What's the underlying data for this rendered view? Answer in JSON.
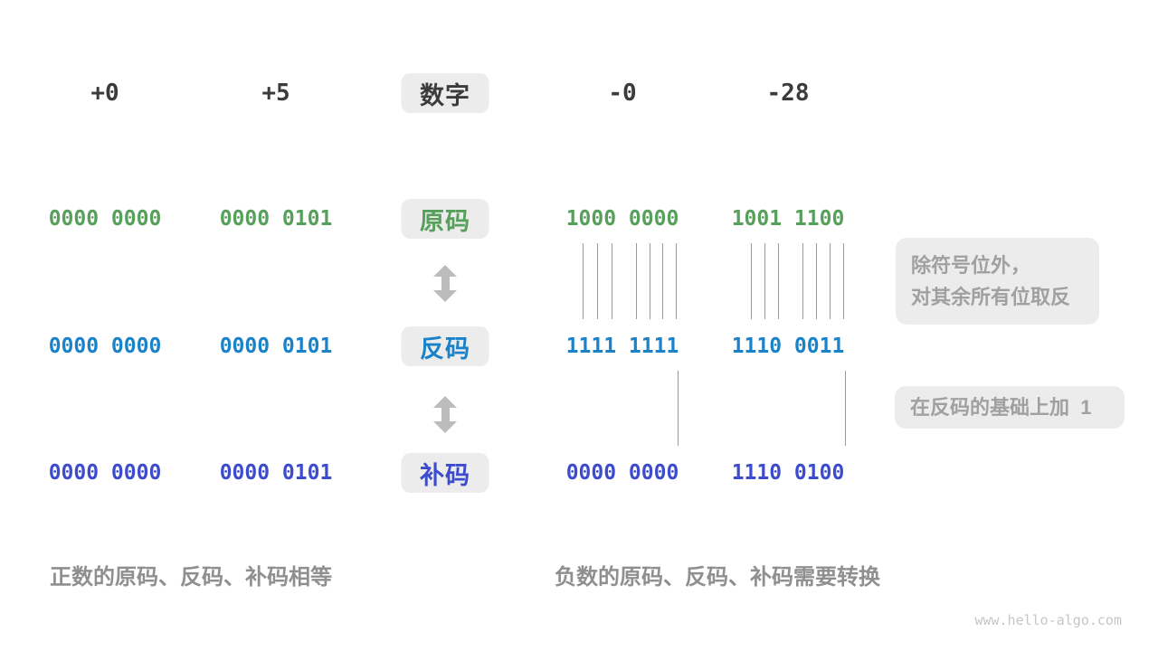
{
  "colors": {
    "dark": "#3b3b3b",
    "green": "#57a05c",
    "blue": "#1a82c8",
    "indigo": "#3d4ccc",
    "box_bg": "#ececec",
    "note_gray": "#a0a0a0",
    "caption_gray": "#8f8f8f",
    "arrow_gray": "#bcbcbc",
    "line_gray": "#9b9b9b",
    "watermark_gray": "#c6c6c6"
  },
  "header": {
    "label": "数字",
    "values": [
      "+0",
      "+5",
      "-0",
      "-28"
    ]
  },
  "rows": [
    {
      "label": "原码",
      "values": [
        "0000 0000",
        "0000 0101",
        "1000 0000",
        "1001 1100"
      ]
    },
    {
      "label": "反码",
      "values": [
        "0000 0000",
        "0000 0101",
        "1111 1111",
        "1110 0011"
      ]
    },
    {
      "label": "补码",
      "values": [
        "0000 0000",
        "0000 0101",
        "0000 0000",
        "1110 0100"
      ]
    }
  ],
  "notes": {
    "flip": {
      "line1": "除符号位外，",
      "line2": "对其余所有位取反"
    },
    "add_one": "在反码的基础上加  1"
  },
  "captions": {
    "positive": "正数的原码、反码、补码相等",
    "negative": "负数的原码、反码、补码需要转换"
  },
  "watermark": "www.hello-algo.com"
}
